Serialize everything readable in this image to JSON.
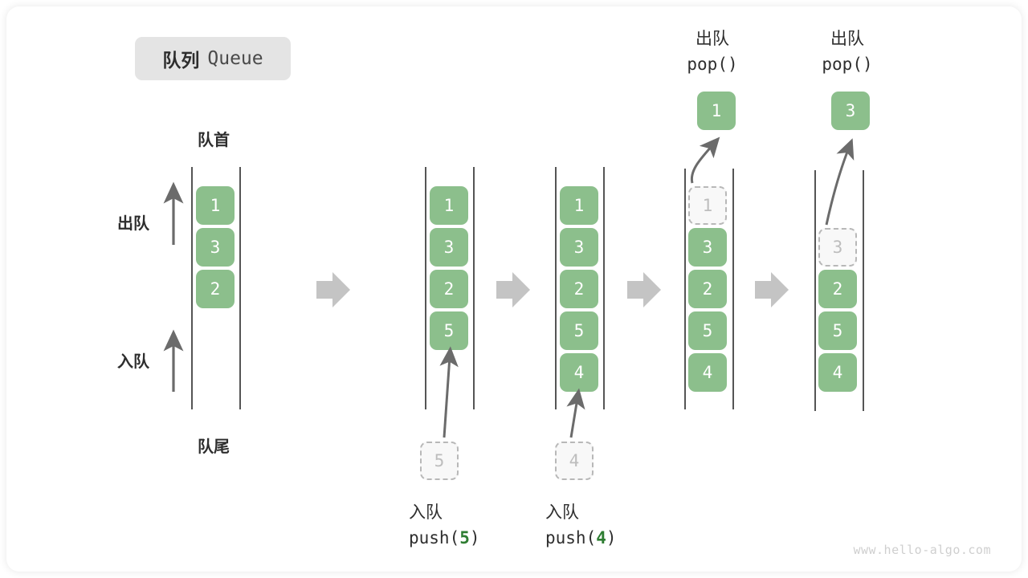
{
  "diagram": {
    "title_cn": "队列",
    "title_en": "Queue",
    "watermark": "www.hello-algo.com",
    "front_label": "队首",
    "rear_label": "队尾",
    "dequeue_label": "出队",
    "enqueue_label": "入队",
    "pop_call": "pop()",
    "push_prefix": "push(",
    "push_suffix": ")",
    "colors": {
      "box_fill": "#8cbf8c",
      "box_text": "#ffffff",
      "ghost_fill": "#f8f8f8",
      "ghost_border": "#b8b8b8",
      "ghost_text": "#bdbdbd",
      "rail": "#555555",
      "arrow": "#6b6b6b",
      "transition_arrow": "#c4c4c4",
      "badge_bg": "#e4e4e4",
      "accent_green": "#2e7d32",
      "text": "#2e2e2e",
      "watermark": "#cfcfcf"
    },
    "columns": [
      {
        "id": "initial",
        "caption_cn": "",
        "caption_code": "",
        "items": [
          "1",
          "3",
          "2"
        ],
        "ghost": null,
        "popped": null
      },
      {
        "id": "push-5",
        "caption_cn": "入队",
        "caption_code": "push(5)",
        "caption_arg": "5",
        "items": [
          "1",
          "3",
          "2",
          "5"
        ],
        "ghost": "5",
        "popped": null
      },
      {
        "id": "push-4",
        "caption_cn": "入队",
        "caption_code": "push(4)",
        "caption_arg": "4",
        "items": [
          "1",
          "3",
          "2",
          "5",
          "4"
        ],
        "ghost": "4",
        "popped": null
      },
      {
        "id": "pop-1",
        "caption_cn": "出队",
        "caption_code": "pop()",
        "caption_arg": "",
        "items": [
          "3",
          "2",
          "5",
          "4"
        ],
        "ghost": "1",
        "popped": "1"
      },
      {
        "id": "pop-3",
        "caption_cn": "出队",
        "caption_code": "pop()",
        "caption_arg": "",
        "items": [
          "2",
          "5",
          "4"
        ],
        "ghost": "3",
        "popped": "3"
      }
    ]
  }
}
